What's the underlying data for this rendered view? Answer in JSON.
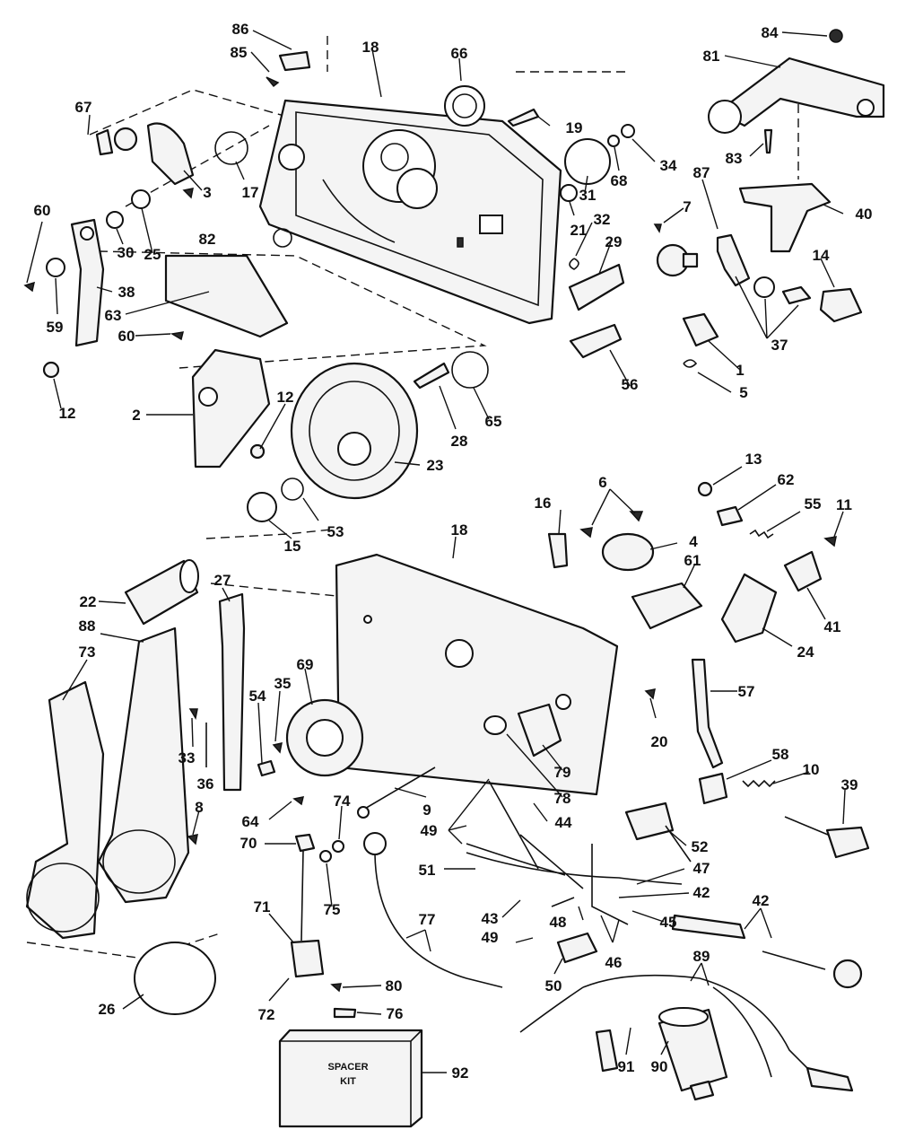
{
  "diagram": {
    "callouts": [
      {
        "id": "c86",
        "label": "86"
      },
      {
        "id": "c85",
        "label": "85"
      },
      {
        "id": "c18a",
        "label": "18"
      },
      {
        "id": "c66",
        "label": "66"
      },
      {
        "id": "c84",
        "label": "84"
      },
      {
        "id": "c81",
        "label": "81"
      },
      {
        "id": "c67",
        "label": "67"
      },
      {
        "id": "c19",
        "label": "19"
      },
      {
        "id": "c34",
        "label": "34"
      },
      {
        "id": "c83",
        "label": "83"
      },
      {
        "id": "c68",
        "label": "68"
      },
      {
        "id": "c17",
        "label": "17"
      },
      {
        "id": "c3",
        "label": "3"
      },
      {
        "id": "c31",
        "label": "31"
      },
      {
        "id": "c40",
        "label": "40"
      },
      {
        "id": "c87",
        "label": "87"
      },
      {
        "id": "c7",
        "label": "7"
      },
      {
        "id": "c60a",
        "label": "60"
      },
      {
        "id": "c82",
        "label": "82"
      },
      {
        "id": "c21",
        "label": "21"
      },
      {
        "id": "c32",
        "label": "32"
      },
      {
        "id": "c30",
        "label": "30"
      },
      {
        "id": "c25",
        "label": "25"
      },
      {
        "id": "c29",
        "label": "29"
      },
      {
        "id": "c14",
        "label": "14"
      },
      {
        "id": "c38",
        "label": "38"
      },
      {
        "id": "c63",
        "label": "63"
      },
      {
        "id": "c59",
        "label": "59"
      },
      {
        "id": "c60b",
        "label": "60"
      },
      {
        "id": "c37",
        "label": "37"
      },
      {
        "id": "c1",
        "label": "1"
      },
      {
        "id": "c56",
        "label": "56"
      },
      {
        "id": "c5",
        "label": "5"
      },
      {
        "id": "c12a",
        "label": "12"
      },
      {
        "id": "c2",
        "label": "2"
      },
      {
        "id": "c12b",
        "label": "12"
      },
      {
        "id": "c65",
        "label": "65"
      },
      {
        "id": "c28",
        "label": "28"
      },
      {
        "id": "c23",
        "label": "23"
      },
      {
        "id": "c13",
        "label": "13"
      },
      {
        "id": "c62",
        "label": "62"
      },
      {
        "id": "c6",
        "label": "6"
      },
      {
        "id": "c16",
        "label": "16"
      },
      {
        "id": "c55",
        "label": "55"
      },
      {
        "id": "c11",
        "label": "11"
      },
      {
        "id": "c53",
        "label": "53"
      },
      {
        "id": "c15",
        "label": "15"
      },
      {
        "id": "c4",
        "label": "4"
      },
      {
        "id": "c18b",
        "label": "18"
      },
      {
        "id": "c61",
        "label": "61"
      },
      {
        "id": "c41",
        "label": "41"
      },
      {
        "id": "c22",
        "label": "22"
      },
      {
        "id": "c27",
        "label": "27"
      },
      {
        "id": "c24",
        "label": "24"
      },
      {
        "id": "c88",
        "label": "88"
      },
      {
        "id": "c73",
        "label": "73"
      },
      {
        "id": "c69",
        "label": "69"
      },
      {
        "id": "c35",
        "label": "35"
      },
      {
        "id": "c54",
        "label": "54"
      },
      {
        "id": "c57",
        "label": "57"
      },
      {
        "id": "c20",
        "label": "20"
      },
      {
        "id": "c33",
        "label": "33"
      },
      {
        "id": "c36",
        "label": "36"
      },
      {
        "id": "c79",
        "label": "79"
      },
      {
        "id": "c58",
        "label": "58"
      },
      {
        "id": "c10",
        "label": "10"
      },
      {
        "id": "c39",
        "label": "39"
      },
      {
        "id": "c9",
        "label": "9"
      },
      {
        "id": "c78",
        "label": "78"
      },
      {
        "id": "c74",
        "label": "74"
      },
      {
        "id": "c64",
        "label": "64"
      },
      {
        "id": "c8",
        "label": "8"
      },
      {
        "id": "c49a",
        "label": "49"
      },
      {
        "id": "c44",
        "label": "44"
      },
      {
        "id": "c70",
        "label": "70"
      },
      {
        "id": "c52",
        "label": "52"
      },
      {
        "id": "c75",
        "label": "75"
      },
      {
        "id": "c51",
        "label": "51"
      },
      {
        "id": "c47",
        "label": "47"
      },
      {
        "id": "c42a",
        "label": "42"
      },
      {
        "id": "c42b",
        "label": "42"
      },
      {
        "id": "c71",
        "label": "71"
      },
      {
        "id": "c77",
        "label": "77"
      },
      {
        "id": "c43",
        "label": "43"
      },
      {
        "id": "c48",
        "label": "48"
      },
      {
        "id": "c45",
        "label": "45"
      },
      {
        "id": "c49b",
        "label": "49"
      },
      {
        "id": "c46",
        "label": "46"
      },
      {
        "id": "c89",
        "label": "89"
      },
      {
        "id": "c50",
        "label": "50"
      },
      {
        "id": "c80",
        "label": "80"
      },
      {
        "id": "c26",
        "label": "26"
      },
      {
        "id": "c72",
        "label": "72"
      },
      {
        "id": "c76",
        "label": "76"
      },
      {
        "id": "c91",
        "label": "91"
      },
      {
        "id": "c90",
        "label": "90"
      },
      {
        "id": "c92",
        "label": "92"
      }
    ],
    "spacer_box": {
      "line1": "SPACER",
      "line2": "KIT"
    }
  }
}
